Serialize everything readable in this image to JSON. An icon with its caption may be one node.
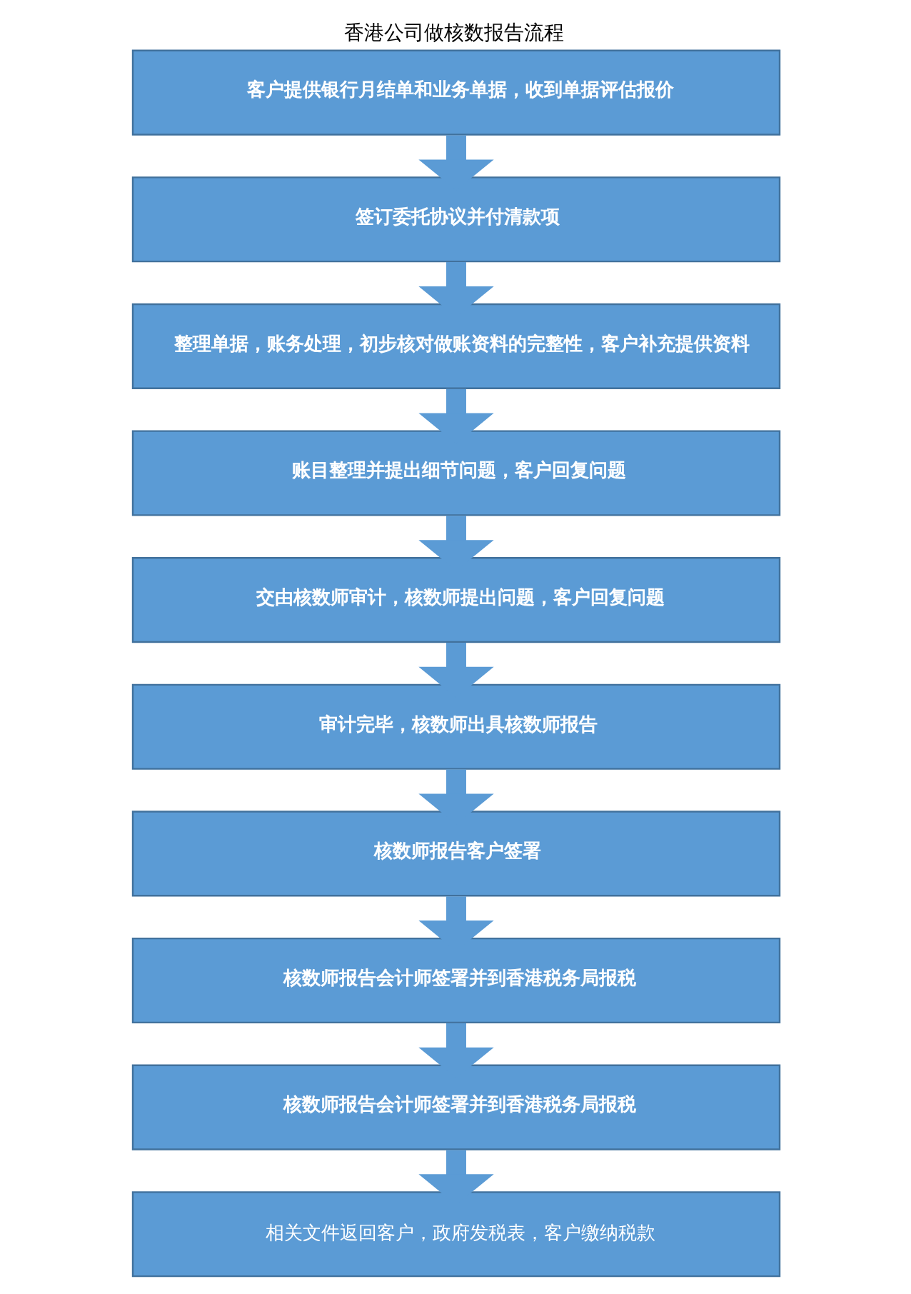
{
  "diagram": {
    "title": "香港公司做核数报告流程",
    "nodes": [
      {
        "text": [
          "客户提供银行月结单和业务单据，收到单据评估报价"
        ]
      },
      {
        "text": [
          "签订委托协议并付清款项"
        ]
      },
      {
        "text": [
          "整理单据，账务处理，初步核对做账资料的完整性，客户补充提供资料"
        ]
      },
      {
        "text": [
          "账目整理并提出细节问题，客户回复问题"
        ]
      },
      {
        "text": [
          "交由核数师审计，核数师提出问题，客户回复问题"
        ]
      },
      {
        "text": [
          "审计完毕，核数师出具核数师报告"
        ]
      },
      {
        "text": [
          "核数师报告客户签署"
        ]
      },
      {
        "text": [
          "核数师报告会计师签署并到香港税务局报税"
        ]
      },
      {
        "text": [
          "核数师报告会计师签署并到香港税务局报税"
        ]
      },
      {
        "text": [
          "相关文件返回客户，政府发税表，客户缴纳税款"
        ]
      }
    ],
    "edges": [
      {
        "from": 0,
        "to": 1,
        "arrow": "to"
      },
      {
        "from": 1,
        "to": 2,
        "arrow": "to"
      },
      {
        "from": 2,
        "to": 3,
        "arrow": "to"
      },
      {
        "from": 3,
        "to": 4,
        "arrow": "to"
      },
      {
        "from": 4,
        "to": 5,
        "arrow": "to"
      },
      {
        "from": 5,
        "to": 6,
        "arrow": "to"
      },
      {
        "from": 6,
        "to": 7,
        "arrow": "to"
      },
      {
        "from": 7,
        "to": 8,
        "arrow": "to"
      },
      {
        "from": 8,
        "to": 9,
        "arrow": "to"
      }
    ]
  }
}
